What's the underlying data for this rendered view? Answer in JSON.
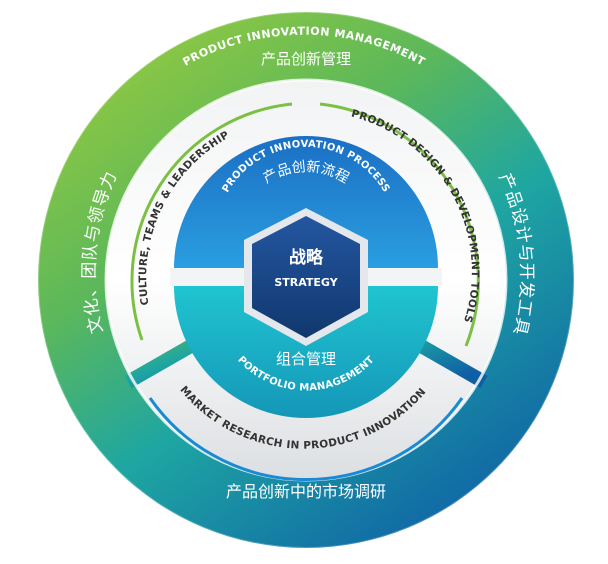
{
  "outer_ring": {
    "top_en": "PRODUCT INNOVATION MANAGEMENT",
    "top_zh": "产品创新管理",
    "left_zh": "文化、团队与领导力",
    "right_zh": "产品设计与开发工具",
    "bottom_zh": "产品创新中的市场调研"
  },
  "middle_ring": {
    "left_en": "CULTURE, TEAMS & LEADERSHIP",
    "right_en": "PRODUCT DESIGN & DEVELOPMENT TOOLS",
    "bottom_en": "MARKET RESEARCH IN PRODUCT INNOVATION"
  },
  "inner_ring": {
    "top_en": "PRODUCT INNOVATION PROCESS",
    "top_zh": "产品创新流程",
    "bottom_zh": "组合管理",
    "bottom_en": "PORTFOLIO MANAGEMENT"
  },
  "center": {
    "zh": "战略",
    "en": "STRATEGY"
  },
  "colors": {
    "outer_green": "#8cc63f",
    "outer_teal": "#19a0a8",
    "outer_blue": "#1478b4",
    "inner_blue": "#1e88d0",
    "inner_cyan": "#1ab8c8",
    "hexagon_navy": "#1a4a8a",
    "panel_gray": "#e6e8ea",
    "accent_green": "#7bc043",
    "accent_blue": "#1a8ad4"
  }
}
